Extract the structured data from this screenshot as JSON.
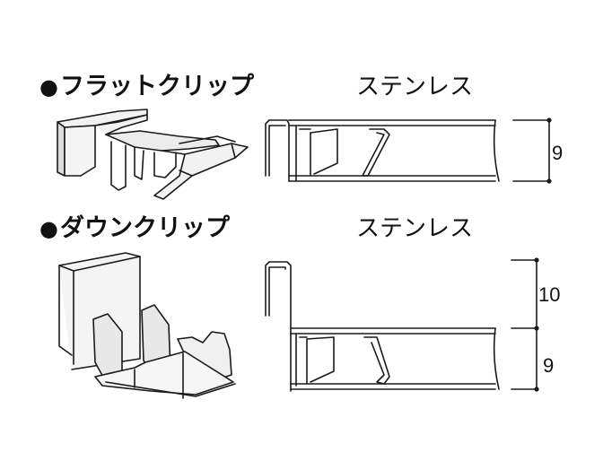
{
  "sections": [
    {
      "title": "フラットクリップ",
      "material": "ステンレス",
      "dimensions": [
        "9"
      ]
    },
    {
      "title": "ダウンクリップ",
      "material": "ステンレス",
      "dimensions": [
        "10",
        "9"
      ]
    }
  ],
  "colors": {
    "line": "#1a1a1a",
    "fill_light": "#f2f2f2",
    "fill_gray": "#c9c9c9"
  }
}
